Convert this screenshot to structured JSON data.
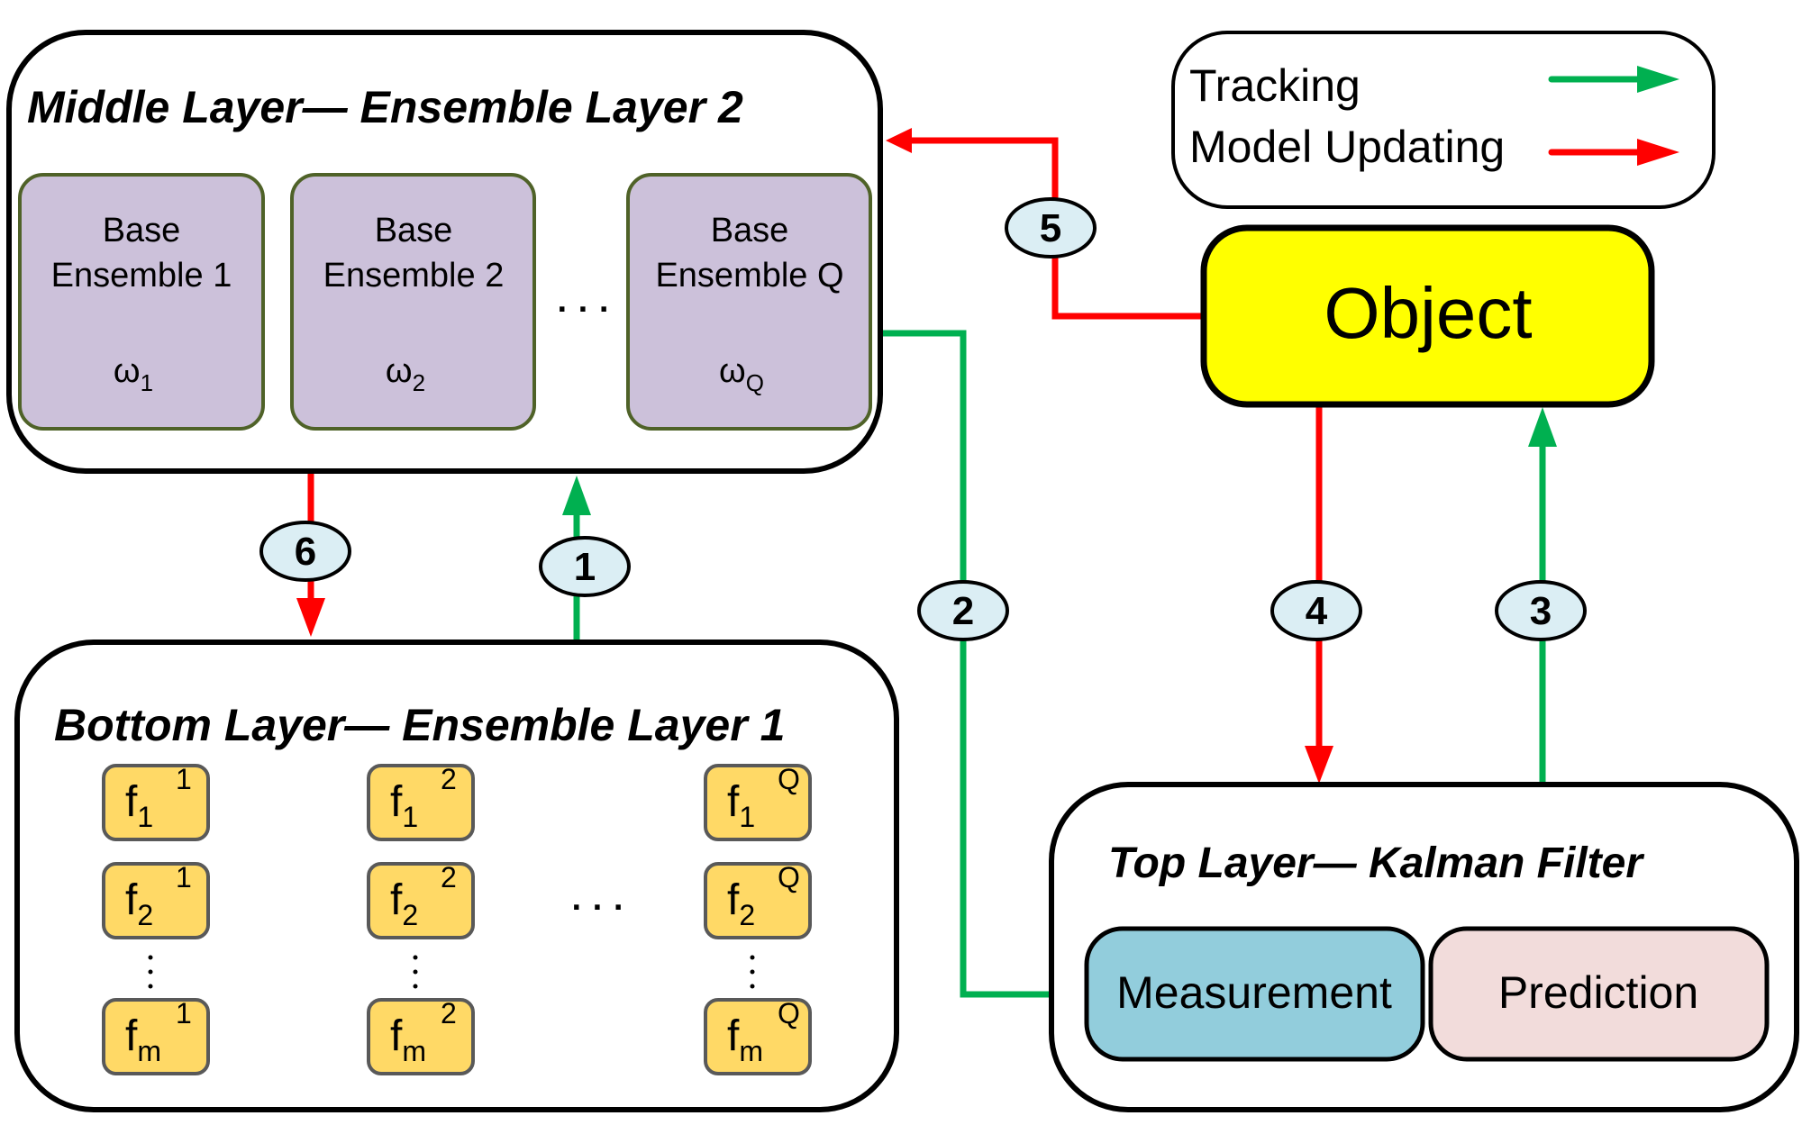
{
  "colors": {
    "tracking": "#00b050",
    "model_updating": "#ff0000",
    "object_fill": "#ffff00",
    "base_ensemble_fill": "#ccc1da",
    "base_ensemble_border": "#4f6228",
    "feature_fill": "#ffd966",
    "feature_border": "#595959",
    "measurement_fill": "#92cddc",
    "prediction_fill": "#f2dcdb",
    "step_badge_fill": "#dbeef4"
  },
  "legend": {
    "tracking_label": "Tracking",
    "model_updating_label": "Model Updating"
  },
  "middle_layer": {
    "title": "Middle Layer— Ensemble Layer 2",
    "ellipsis": "· · ·",
    "base_ensembles": [
      {
        "line1": "Base",
        "line2": "Ensemble 1",
        "weight": "ω",
        "weight_sub": "1"
      },
      {
        "line1": "Base",
        "line2": "Ensemble 2",
        "weight": "ω",
        "weight_sub": "2"
      },
      {
        "line1": "Base",
        "line2": "Ensemble Q",
        "weight": "ω",
        "weight_sub": "Q"
      }
    ]
  },
  "object": {
    "label": "Object"
  },
  "bottom_layer": {
    "title": "Bottom Layer— Ensemble Layer 1",
    "ellipsis": "· · ·",
    "columns": [
      {
        "sup": "1",
        "subs": [
          "1",
          "2",
          "m"
        ]
      },
      {
        "sup": "2",
        "subs": [
          "1",
          "2",
          "m"
        ]
      },
      {
        "sup": "Q",
        "subs": [
          "1",
          "2",
          "m"
        ]
      }
    ],
    "feature_symbol": "f"
  },
  "top_layer": {
    "title": "Top Layer— Kalman Filter",
    "measurement_label": "Measurement",
    "prediction_label": "Prediction"
  },
  "steps": [
    {
      "n": "1",
      "type": "tracking",
      "from": "bottom_layer",
      "to": "middle_layer"
    },
    {
      "n": "2",
      "type": "tracking",
      "from": "middle_layer",
      "to": "measurement"
    },
    {
      "n": "3",
      "type": "tracking",
      "from": "top_layer",
      "to": "object"
    },
    {
      "n": "4",
      "type": "model_updating",
      "from": "object",
      "to": "top_layer"
    },
    {
      "n": "5",
      "type": "model_updating",
      "from": "object",
      "to": "middle_layer"
    },
    {
      "n": "6",
      "type": "model_updating",
      "from": "middle_layer",
      "to": "bottom_layer"
    }
  ]
}
